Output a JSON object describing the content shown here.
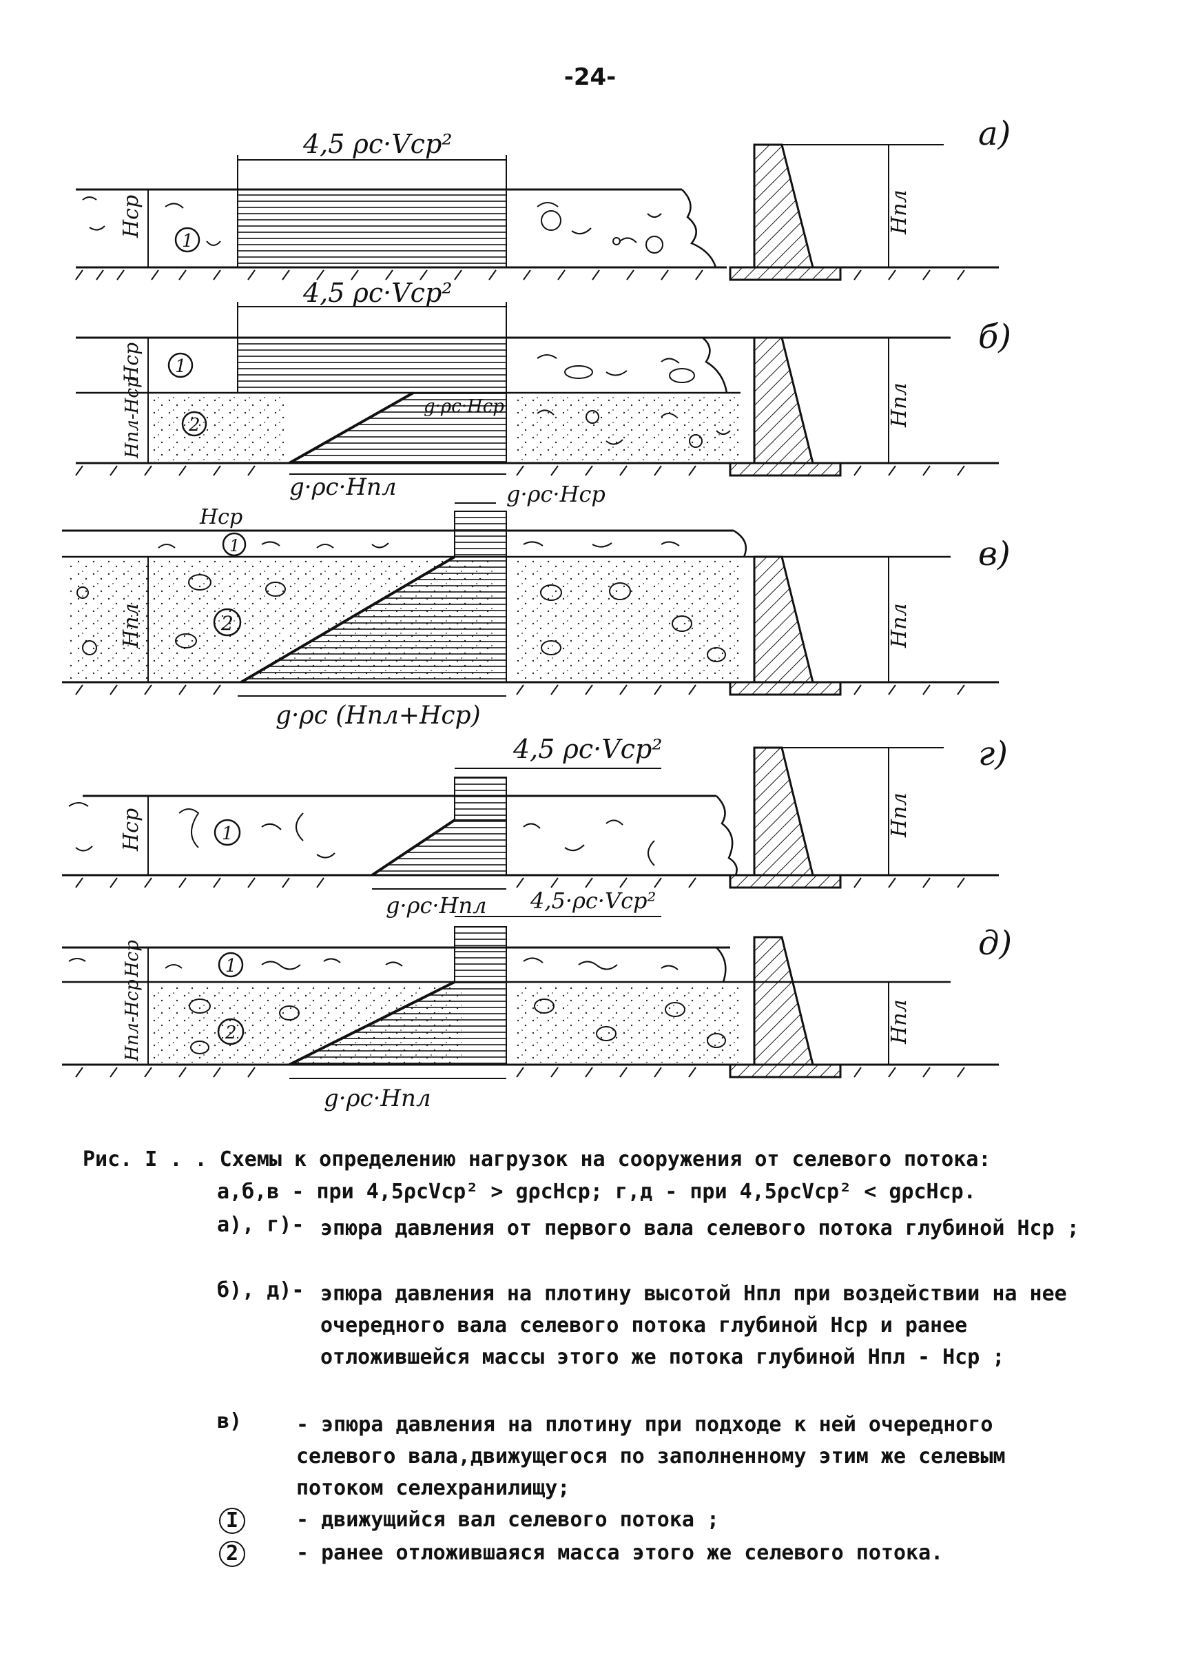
{
  "page_number": "-24-",
  "panels": [
    {
      "tag": "а)",
      "labels": {
        "top": "4,5 ρc·Vср²",
        "left": "Hср",
        "dam": "Hпл",
        "zone1": "1"
      }
    },
    {
      "tag": "б)",
      "labels": {
        "top": "4,5 ρc·Vср²",
        "right": "g·ρc·Hср",
        "bottom": "g·ρc·Hпл",
        "left_upper": "Hср",
        "left_lower": "Hпл-Hср",
        "dam": "Hпл",
        "zone1": "1",
        "zone2": "2"
      }
    },
    {
      "tag": "в)",
      "labels": {
        "top_left": "Hср",
        "top_right": "g·ρc·Hср",
        "bottom": "g·ρc (Hпл+Hср)",
        "left": "Hпл",
        "dam": "Hпл",
        "zone1": "1",
        "zone2": "2"
      }
    },
    {
      "tag": "г)",
      "labels": {
        "top": "4,5 ρc·Vср²",
        "bottom": "g·ρc·Hпл",
        "left": "Hср",
        "dam": "Hпл",
        "zone1": "1"
      }
    },
    {
      "tag": "д)",
      "labels": {
        "top": "4,5·ρc·Vср²",
        "bottom": "g·ρc·Hпл",
        "left_upper": "Hср",
        "left_lower": "Hпл-Hср",
        "dam": "Hпл",
        "zone1": "1",
        "zone2": "2"
      }
    }
  ],
  "caption": {
    "line1": "Рис. I . . Схемы к определению нагрузок на сооружения от селевого потока:",
    "line2_a": "а,б,в - при 4,5ρcVср² > gρcHср; г,д - при 4,5ρcVср² < gρcHср.",
    "items": [
      {
        "key": "а), г)-",
        "text": "эпюра давления от первого вала селевого потока глубиной Hср ;"
      },
      {
        "key": "б), д)-",
        "text": "эпюра давления на плотину высотой Hпл при воздействии на нее очередного вала селевого потока глубиной Hср и ранее отложившейся массы этого же потока глубиной Hпл - Hср ;"
      },
      {
        "key": "в)",
        "text": "- эпюра давления на плотину при подходе к ней очередного селевого вала,движущегося по заполненному этим же селевым потоком селехранилищу;"
      }
    ],
    "legend": [
      {
        "marker": "I",
        "text": "- движущийся вал селевого потока ;"
      },
      {
        "marker": "2",
        "text": "- ранее отложившаяся масса этого же селевого потока."
      }
    ]
  }
}
